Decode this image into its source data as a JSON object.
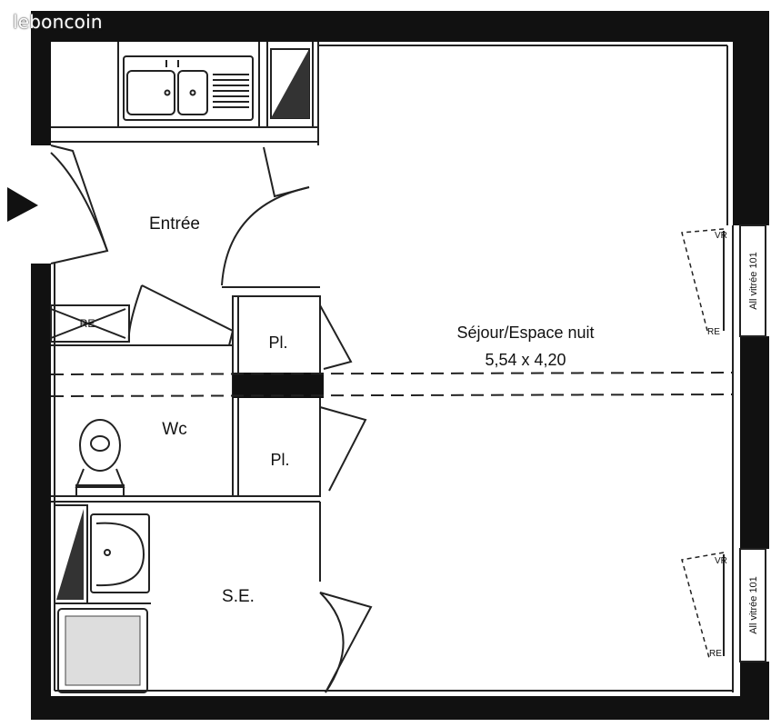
{
  "watermark": "leboncoin",
  "rooms": {
    "entree": "Entrée",
    "sejour": "Séjour/Espace nuit",
    "sejour_dims": "5,54 x 4,20",
    "wc": "Wc",
    "placard_1": "Pl.",
    "placard_2": "Pl.",
    "salle_eau": "S.E.",
    "cabinet": "RE"
  },
  "windows": {
    "upper": "All vitrée 101",
    "lower": "All vitrée 101",
    "upper_leaf_top": "VR",
    "upper_leaf_bottom": "RE",
    "lower_leaf_top": "VR",
    "lower_leaf_bottom": "RE"
  },
  "colors": {
    "wall": "#111111",
    "line": "#222222",
    "background": "#ffffff"
  }
}
